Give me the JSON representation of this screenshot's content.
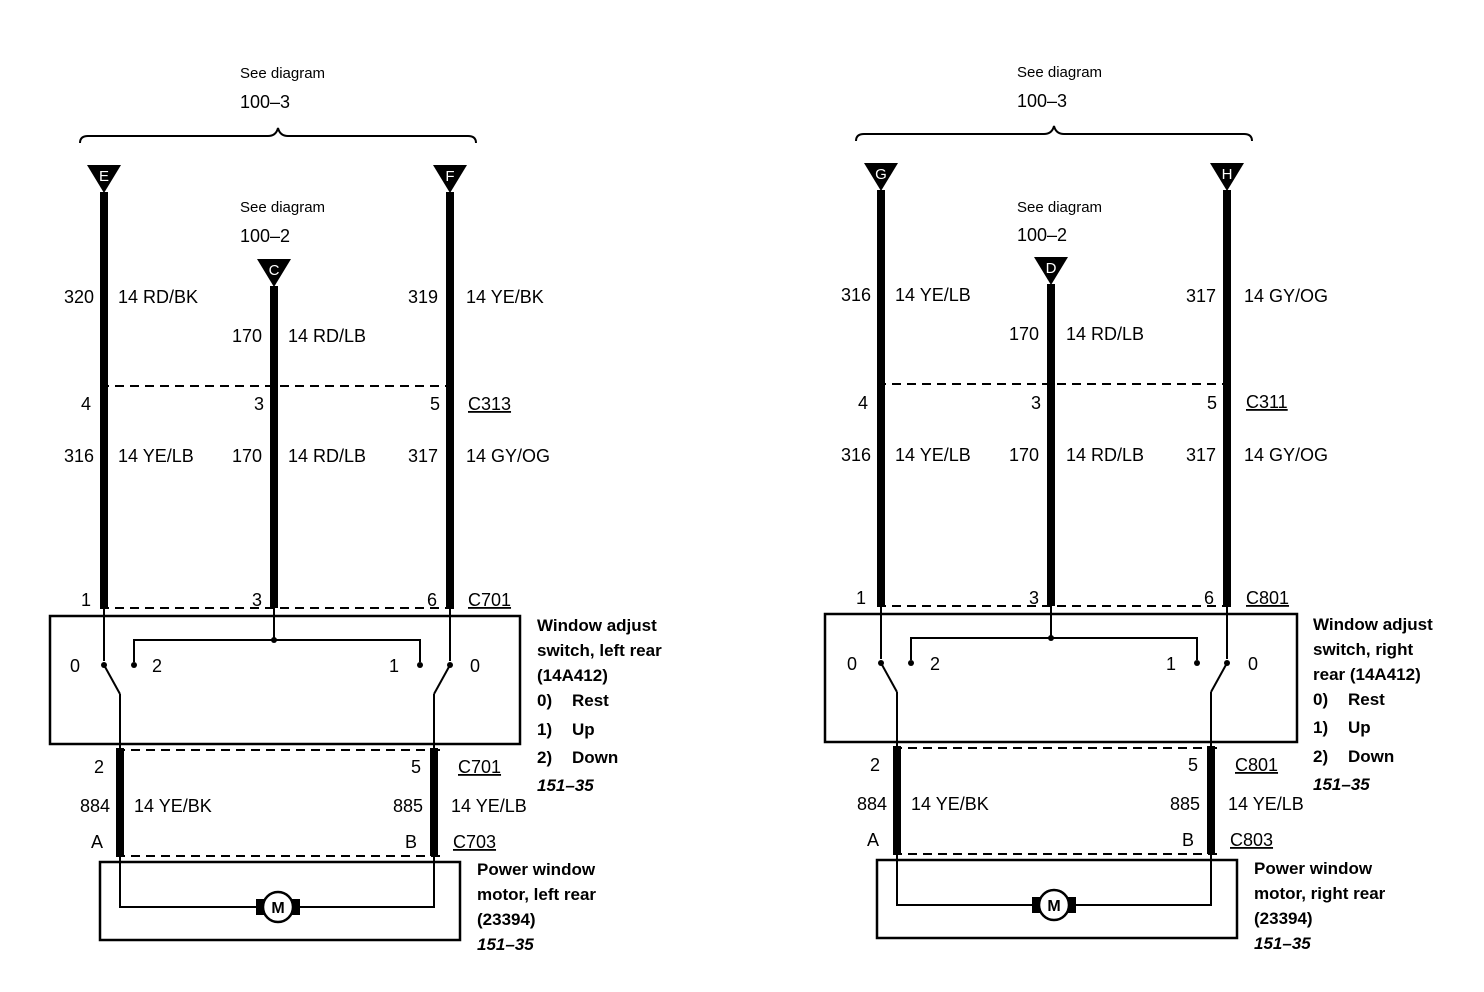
{
  "left": {
    "top_ref": {
      "see": "See diagram",
      "num": "100–3"
    },
    "mid_ref": {
      "see": "See diagram",
      "num": "100–2"
    },
    "terms": {
      "a": "E",
      "b": "C",
      "c": "F"
    },
    "upper": {
      "a": {
        "circuit": "320",
        "wire": "14 RD/BK"
      },
      "b": {
        "circuit": "170",
        "wire": "14 RD/LB"
      },
      "c": {
        "circuit": "319",
        "wire": "14 YE/BK"
      }
    },
    "conn1": {
      "name": "C313",
      "pins": [
        "4",
        "3",
        "5"
      ]
    },
    "lower": {
      "a": {
        "circuit": "316",
        "wire": "14 YE/LB"
      },
      "b": {
        "circuit": "170",
        "wire": "14 RD/LB"
      },
      "c": {
        "circuit": "317",
        "wire": "14 GY/OG"
      }
    },
    "conn2": {
      "name": "C701",
      "pins": [
        "1",
        "3",
        "6"
      ]
    },
    "switch": {
      "pos": [
        "0",
        "2",
        "1",
        "0"
      ],
      "title": [
        "Window adjust",
        "switch, left rear",
        "(14A412)"
      ],
      "legend": [
        {
          "k": "0)",
          "v": "Rest"
        },
        {
          "k": "1)",
          "v": "Up"
        },
        {
          "k": "2)",
          "v": "Down"
        }
      ],
      "ref": "151–35"
    },
    "conn3": {
      "name": "C701",
      "pins": [
        "2",
        "5"
      ]
    },
    "motor_wires": {
      "a": {
        "circuit": "884",
        "wire": "14 YE/BK"
      },
      "b": {
        "circuit": "885",
        "wire": "14 YE/LB"
      }
    },
    "conn4": {
      "name": "C703",
      "pins": [
        "A",
        "B"
      ]
    },
    "motor": {
      "symbol": "M",
      "title": [
        "Power window",
        "motor, left rear",
        "(23394)"
      ],
      "ref": "151–35"
    }
  },
  "right": {
    "top_ref": {
      "see": "See diagram",
      "num": "100–3"
    },
    "mid_ref": {
      "see": "See diagram",
      "num": "100–2"
    },
    "terms": {
      "a": "G",
      "b": "D",
      "c": "H"
    },
    "upper": {
      "a": {
        "circuit": "316",
        "wire": "14 YE/LB"
      },
      "b": {
        "circuit": "170",
        "wire": "14 RD/LB"
      },
      "c": {
        "circuit": "317",
        "wire": "14 GY/OG"
      }
    },
    "conn1": {
      "name": "C311",
      "pins": [
        "4",
        "3",
        "5"
      ]
    },
    "lower": {
      "a": {
        "circuit": "316",
        "wire": "14 YE/LB"
      },
      "b": {
        "circuit": "170",
        "wire": "14 RD/LB"
      },
      "c": {
        "circuit": "317",
        "wire": "14 GY/OG"
      }
    },
    "conn2": {
      "name": "C801",
      "pins": [
        "1",
        "3",
        "6"
      ]
    },
    "switch": {
      "pos": [
        "0",
        "2",
        "1",
        "0"
      ],
      "title": [
        "Window adjust",
        "switch, right",
        "rear (14A412)"
      ],
      "legend": [
        {
          "k": "0)",
          "v": "Rest"
        },
        {
          "k": "1)",
          "v": "Up"
        },
        {
          "k": "2)",
          "v": "Down"
        }
      ],
      "ref": "151–35"
    },
    "conn3": {
      "name": "C801",
      "pins": [
        "2",
        "5"
      ]
    },
    "motor_wires": {
      "a": {
        "circuit": "884",
        "wire": "14 YE/BK"
      },
      "b": {
        "circuit": "885",
        "wire": "14 YE/LB"
      }
    },
    "conn4": {
      "name": "C803",
      "pins": [
        "A",
        "B"
      ]
    },
    "motor": {
      "symbol": "M",
      "title": [
        "Power window",
        "motor, right rear",
        "(23394)"
      ],
      "ref": "151–35"
    }
  }
}
